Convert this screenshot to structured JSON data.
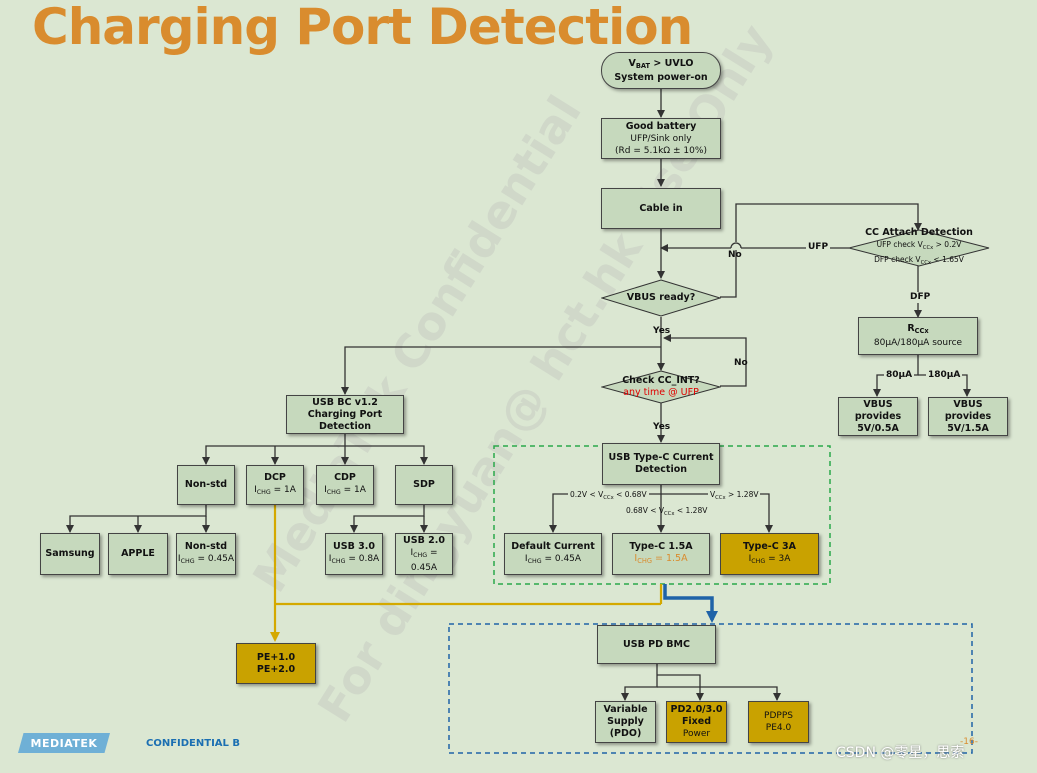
{
  "title": "Charging Port Detection",
  "watermark": {
    "line1": "MediaTek Confidential",
    "line2": "For dingyuan@ hct.hk Use Only"
  },
  "nodes": {
    "start": {
      "l1a": "V",
      "l1sub": "BAT",
      "l1b": " > UVLO",
      "l2": "System power-on"
    },
    "good": {
      "l1": "Good battery",
      "l2": "UFP/Sink only",
      "l3": "(Rd = 5.1kΩ ± 10%)"
    },
    "cable": {
      "l1": "Cable in"
    },
    "cc_attach": {
      "l1": "CC Attach Detection",
      "l2": "UFP check V",
      "l2sub": "CCx",
      "l2b": " > 0.2V",
      "l3": "DFP check V",
      "l3sub": "CCx",
      "l3b": " < 1.65V"
    },
    "vbus_ready": {
      "l1": "VBUS ready?"
    },
    "check_cc": {
      "l1": "Check CC_INT?",
      "l2": "any time @ UFP"
    },
    "rccx": {
      "l1a": "R",
      "l1sub": "CCx",
      "l2": "80μA/180μA source"
    },
    "vbus05": {
      "l1": "VBUS provides",
      "l2": "5V/0.5A"
    },
    "vbus15": {
      "l1": "VBUS provides",
      "l2": "5V/1.5A"
    },
    "bc12": {
      "l1": "USB BC v1.2",
      "l2": "Charging Port Detection"
    },
    "nonstd": {
      "l1": "Non-std"
    },
    "dcp": {
      "l1": "DCP",
      "l2a": "I",
      "l2sub": "CHG",
      "l2b": " = 1A"
    },
    "cdp": {
      "l1": "CDP",
      "l2a": "I",
      "l2sub": "CHG",
      "l2b": " = 1A"
    },
    "sdp": {
      "l1": "SDP"
    },
    "samsung": {
      "l1": "Samsung"
    },
    "apple": {
      "l1": "APPLE"
    },
    "nonstd2": {
      "l1": "Non-std",
      "l2a": "I",
      "l2sub": "CHG",
      "l2b": " = 0.45A"
    },
    "usb30": {
      "l1": "USB 3.0",
      "l2a": "I",
      "l2sub": "CHG",
      "l2b": " = 0.8A"
    },
    "usb20": {
      "l1": "USB 2.0",
      "l2a": "I",
      "l2sub": "CHG",
      "l2b": " = 0.45A"
    },
    "typec_det": {
      "l1": "USB Type-C Current",
      "l2": "Detection"
    },
    "default": {
      "l1": "Default Current",
      "l2a": "I",
      "l2sub": "CHG",
      "l2b": " = 0.45A"
    },
    "typec15": {
      "l1": "Type-C 1.5A",
      "l2a": "I",
      "l2sub": "CHG",
      "l2b": " = 1.5A"
    },
    "typec3": {
      "l1": "Type-C 3A",
      "l2a": "I",
      "l2sub": "CHG",
      "l2b": " = 3A"
    },
    "pe": {
      "l1": "PE+1.0",
      "l2": "PE+2.0"
    },
    "pdbmc": {
      "l1": "USB PD BMC"
    },
    "variable": {
      "l1": "Variable",
      "l2": "Supply",
      "l3": "(PDO)"
    },
    "pd2030": {
      "l1": "PD2.0/3.0",
      "l2": "Fixed",
      "l3": "Power"
    },
    "pdpps": {
      "l1": "PDPPS",
      "l2": "PE4.0"
    }
  },
  "edge_labels": {
    "ufp": "UFP",
    "no1": "No",
    "dfp": "DFP",
    "yes1": "Yes",
    "no2": "No",
    "yes2": "Yes",
    "ua80": "80μA",
    "ua180": "180μA",
    "range1a": "0.2V < V",
    "range1sub": "CCx",
    "range1b": " < 0.68V",
    "range2a": "0.68V < V",
    "range2sub": "CCx",
    "range2b": " < 1.28V",
    "range3a": "V",
    "range3sub": "CCx",
    "range3b": " > 1.28V"
  },
  "footer": {
    "logo": "MEDIATEK",
    "confidential": "CONFIDENTIAL B",
    "page": "-16-",
    "credit": "CSDN @零星，思索"
  },
  "colors": {
    "title": "#d98c2e",
    "background": "#dbe7d2",
    "box": "#c6d9bd",
    "highlight": "#c9a200",
    "path_gold": "#d4a900",
    "path_blue": "#1f63a8",
    "green_dash": "#2aa84a",
    "blue_dash": "#1f63a8"
  }
}
